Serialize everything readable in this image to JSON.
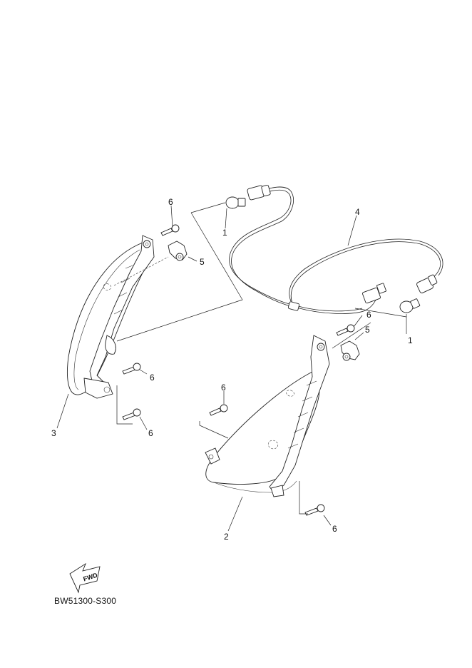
{
  "callouts": {
    "bulb_upper": "1",
    "bulb_right": "1",
    "lens_right": "2",
    "lens_left": "3",
    "wire_harness": "4",
    "socket_upper": "5",
    "socket_right": "5",
    "screw_upper": "6",
    "screw_left_1": "6",
    "screw_left_2": "6",
    "screw_mid": "6",
    "screw_right_1": "6",
    "screw_right_2": "6"
  },
  "fwd_label": "FWD",
  "diagram_code": "BW51300-S300"
}
